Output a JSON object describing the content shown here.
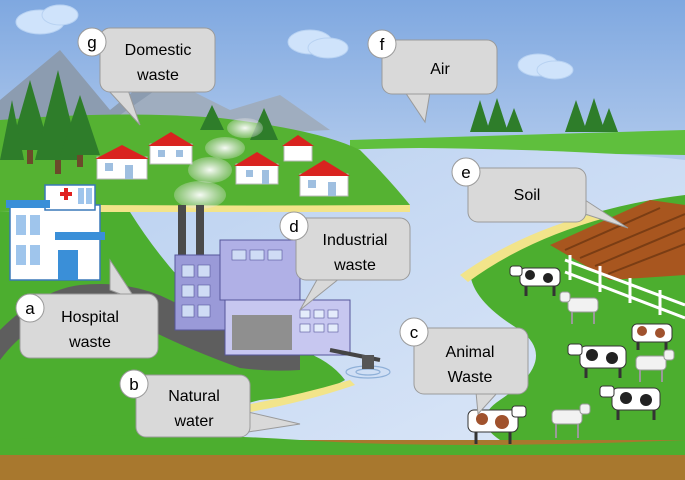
{
  "colors": {
    "sky_top": "#8fb4e6",
    "sky_bottom": "#e9f0fb",
    "water": "#c7dbf4",
    "grass": "#4cae2f",
    "soil": "#a8561f",
    "road": "#5e5e5e",
    "bubble_fill": "#d9d9d9",
    "bubble_stroke": "#9a9a9a",
    "roof": "#d9231f"
  },
  "labels": {
    "domestic": {
      "letter": "g",
      "line1": "Domestic",
      "line2": "waste"
    },
    "air": {
      "letter": "f",
      "line1": "Air"
    },
    "soil": {
      "letter": "e",
      "line1": "Soil"
    },
    "industrial": {
      "letter": "d",
      "line1": "Industrial",
      "line2": "waste"
    },
    "hospital": {
      "letter": "a",
      "line1": "Hospital",
      "line2": "waste"
    },
    "animal": {
      "letter": "c",
      "line1": "Animal",
      "line2": "Waste"
    },
    "water": {
      "letter": "b",
      "line1": "Natural",
      "line2": "water"
    }
  }
}
